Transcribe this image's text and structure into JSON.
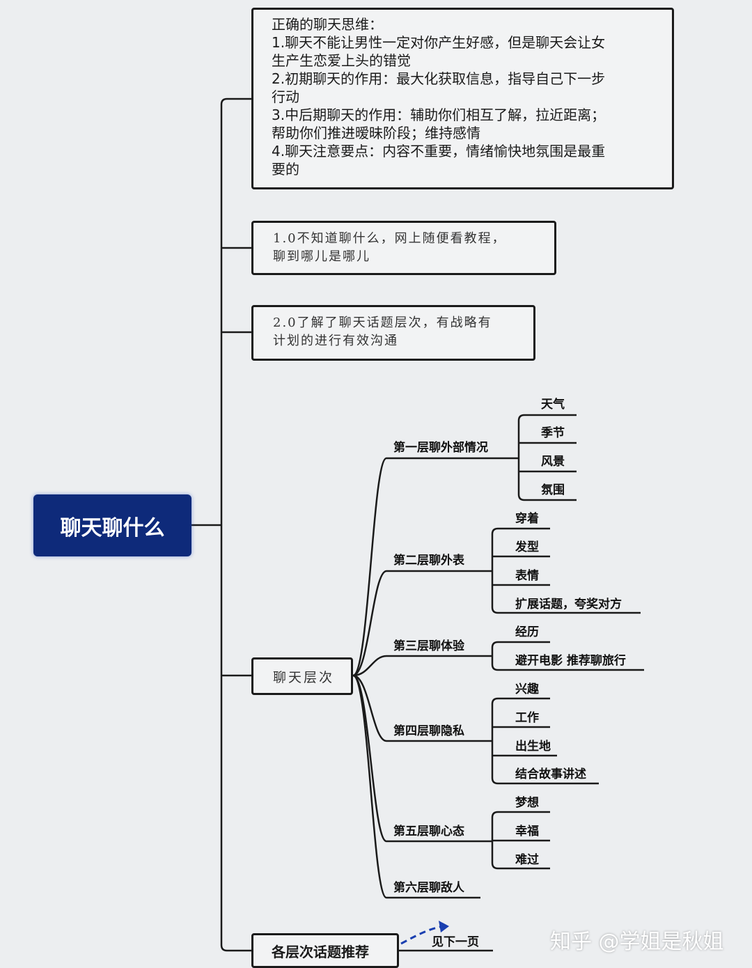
{
  "root": {
    "title": "聊天聊什么"
  },
  "principles": [
    "正确的聊天思维：",
    "1.聊天不能让男性一定对你产生好感，但是聊天会让女",
    "生产生恋爱上头的错觉",
    "2.初期聊天的作用：最大化获取信息，指导自己下一步",
    "行动",
    "3.中后期聊天的作用：辅助你们相互了解，拉近距离；",
    "帮助你们推进暧昧阶段；维持感情",
    "4.聊天注意要点：内容不重要，情绪愉快地氛围是最重",
    "要的"
  ],
  "note1": [
    "1.0不知道聊什么，网上随便看教程，",
    "聊到哪儿是哪儿"
  ],
  "note2": [
    "2.0了解了聊天话题层次，有战略有",
    "计划的进行有效沟通"
  ],
  "levels_label": "聊天层次",
  "levels": [
    {
      "name": "第一层聊外部情况",
      "items": [
        "天气",
        "季节",
        "风景",
        "氛围"
      ]
    },
    {
      "name": "第二层聊外表",
      "items": [
        "穿着",
        "发型",
        "表情",
        "扩展话题，夸奖对方"
      ]
    },
    {
      "name": "第三层聊体验",
      "items": [
        "经历",
        "避开电影 推荐聊旅行"
      ]
    },
    {
      "name": "第四层聊隐私",
      "items": [
        "兴趣",
        "工作",
        "出生地",
        "结合故事讲述"
      ]
    },
    {
      "name": "第五层聊心态",
      "items": [
        "梦想",
        "幸福",
        "难过"
      ]
    },
    {
      "name": "第六层聊敌人",
      "items": []
    }
  ],
  "topics_label": "各层次话题推荐",
  "next_page": "见下一页",
  "watermark": "知乎 @学姐是秋姐"
}
